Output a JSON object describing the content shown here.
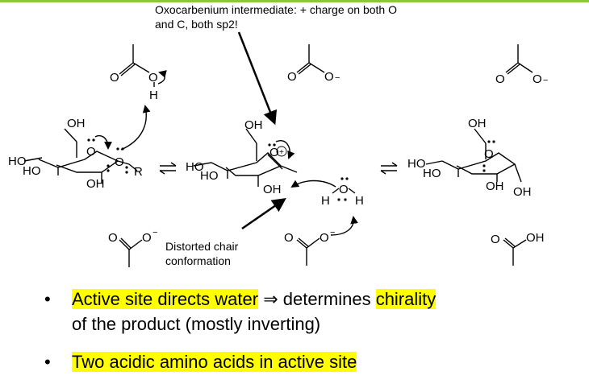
{
  "colors": {
    "top_line": "#8cc63f",
    "highlight": "#ffff00"
  },
  "captions": {
    "oxocarbenium_line1": "Oxocarbenium intermediate: + charge on both O",
    "oxocarbenium_line2": "and C, both sp2!",
    "chair_line1": "Distorted chair",
    "chair_line2": "conformation"
  },
  "atoms": {
    "OH": "OH",
    "HO": "HO",
    "O": "O",
    "R": "R",
    "H": "H",
    "minus": "−",
    "plus": "+"
  },
  "bullets": {
    "b1_hl1": "Active site directs water",
    "b1_arrow": " ⇒ determines ",
    "b1_hl2": "chirality",
    "b1_line2": "of the product (mostly inverting)",
    "b2_hl": "Two acidic amino acids in active site",
    "glyph": "•"
  }
}
